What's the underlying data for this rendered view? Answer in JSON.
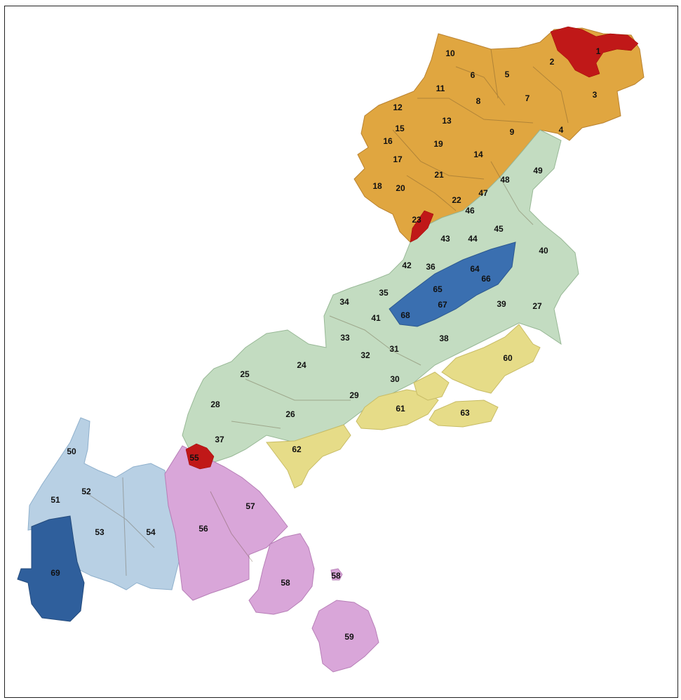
{
  "colors": {
    "orange": "#e0a640",
    "green": "#c3dcc1",
    "blue": "#3a6fb0",
    "light_blue": "#b8d0e4",
    "yellow": "#e6dc88",
    "pink": "#d9a6d9",
    "red": "#c01818"
  },
  "zones": [
    "1",
    "2",
    "3",
    "4",
    "5",
    "6",
    "7",
    "8",
    "9",
    "10",
    "11",
    "12",
    "13",
    "14",
    "15",
    "16",
    "17",
    "18",
    "19",
    "20",
    "21",
    "22",
    "23",
    "24",
    "25",
    "26",
    "27",
    "28",
    "29",
    "30",
    "31",
    "32",
    "33",
    "34",
    "35",
    "36",
    "37",
    "38",
    "39",
    "40",
    "41",
    "42",
    "43",
    "44",
    "45",
    "46",
    "47",
    "48",
    "49",
    "50",
    "51",
    "52",
    "53",
    "54",
    "55",
    "56",
    "57",
    "58",
    "58",
    "59",
    "60",
    "61",
    "62",
    "63",
    "64",
    "65",
    "66",
    "67",
    "68",
    "69"
  ]
}
